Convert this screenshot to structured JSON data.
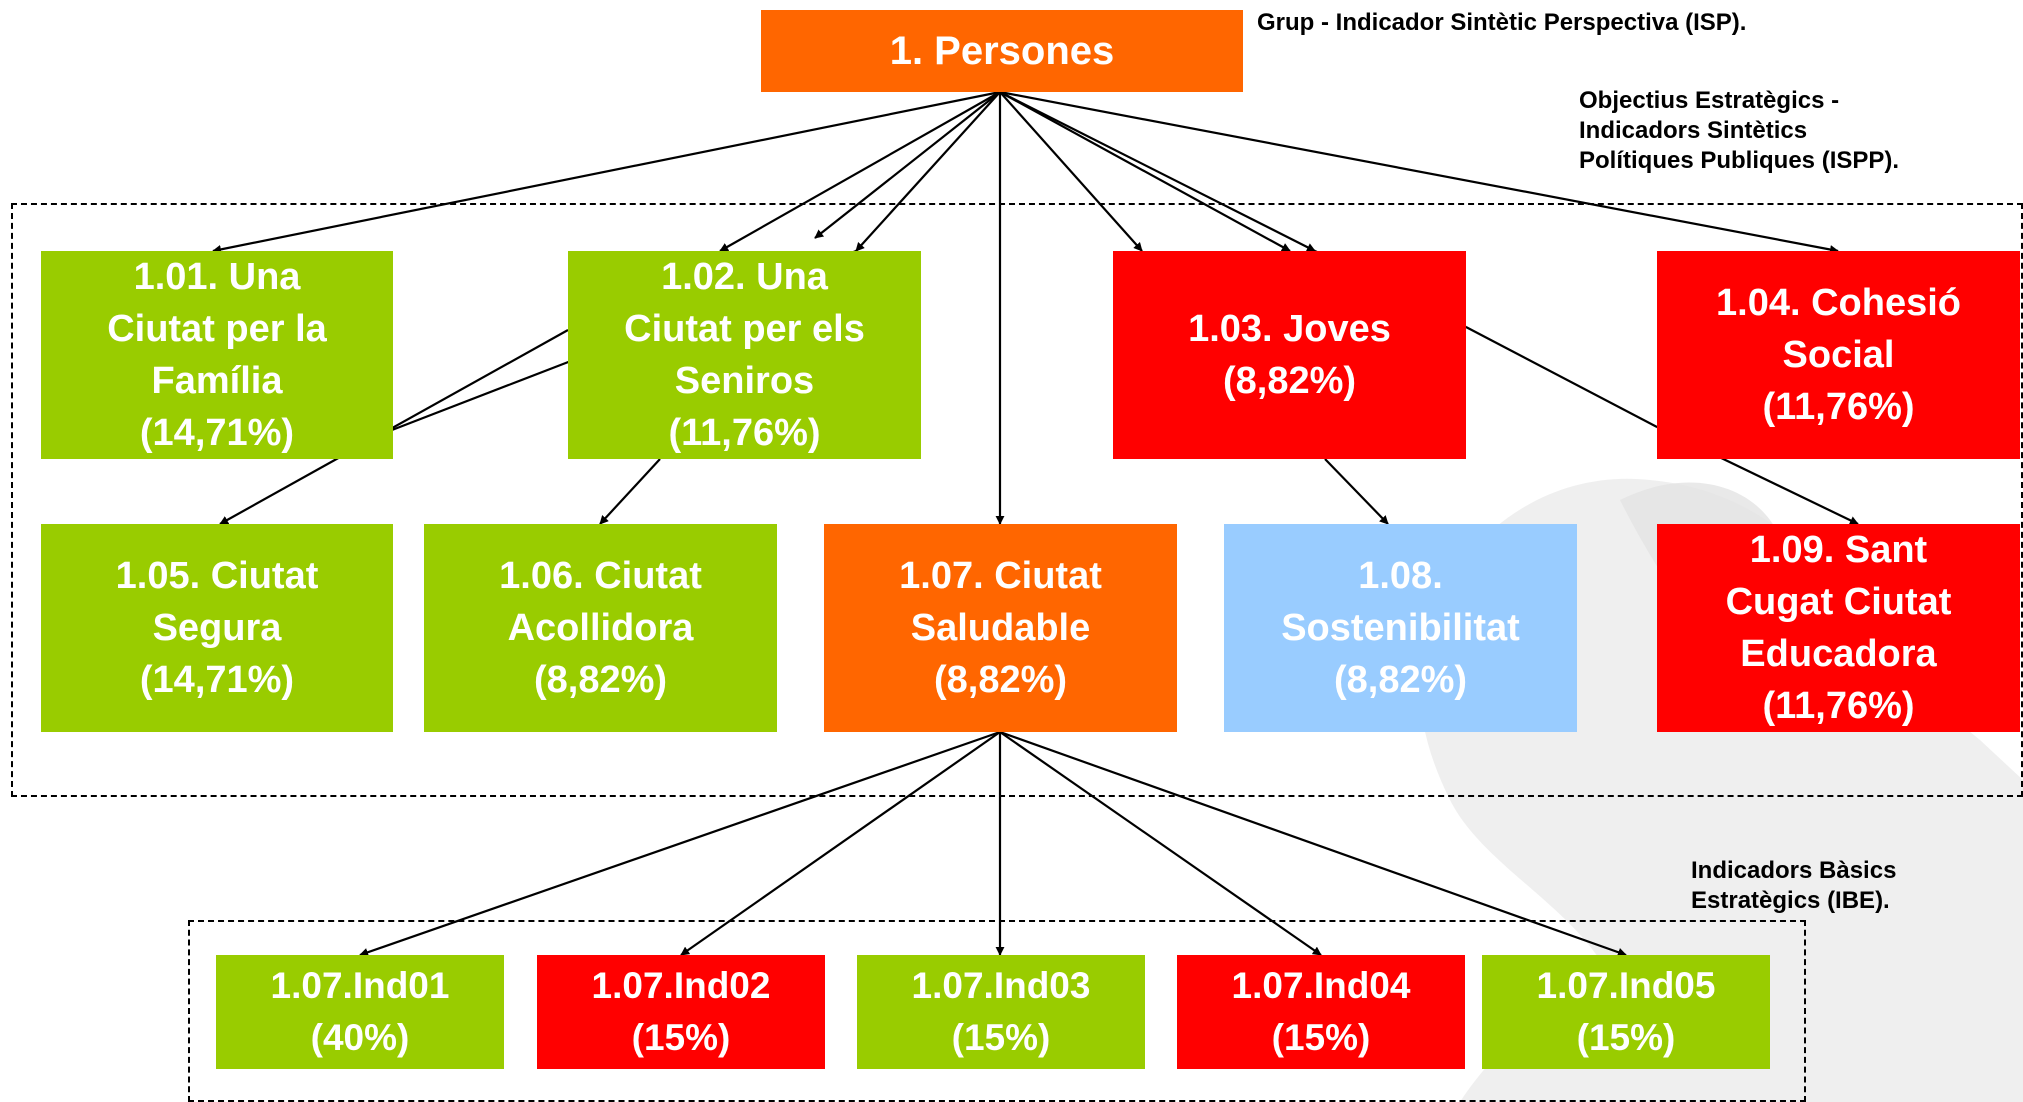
{
  "colors": {
    "green": "#99cc00",
    "red": "#ff0000",
    "orange": "#ff6600",
    "light_blue": "#99ccff"
  },
  "root": {
    "label": "1. Persones",
    "color": "orange"
  },
  "annotations": {
    "isp": [
      "Grup - Indicador Sintètic Perspectiva (ISP)."
    ],
    "ispp": [
      "Objectius Estratègics -",
      "Indicadors Sintètics",
      "Polítiques Publiques (ISPP)."
    ],
    "ibe": [
      "Indicadors Bàsics",
      "Estratègics (IBE)."
    ]
  },
  "objectives": [
    {
      "id": "1.01",
      "lines": [
        "1.01. Una",
        "Ciutat per la",
        "Família",
        "(14,71%)"
      ],
      "color": "green"
    },
    {
      "id": "1.02",
      "lines": [
        "1.02. Una",
        "Ciutat per els",
        "Seniros",
        "(11,76%)"
      ],
      "color": "green"
    },
    {
      "id": "1.03",
      "lines": [
        "1.03. Joves",
        "(8,82%)"
      ],
      "color": "red"
    },
    {
      "id": "1.04",
      "lines": [
        "1.04. Cohesió",
        "Social",
        "(11,76%)"
      ],
      "color": "red"
    },
    {
      "id": "1.05",
      "lines": [
        "1.05. Ciutat",
        "Segura",
        "(14,71%)"
      ],
      "color": "green"
    },
    {
      "id": "1.06",
      "lines": [
        "1.06. Ciutat",
        "Acollidora",
        "(8,82%)"
      ],
      "color": "green"
    },
    {
      "id": "1.07",
      "lines": [
        "1.07. Ciutat",
        "Saludable",
        "(8,82%)"
      ],
      "color": "orange"
    },
    {
      "id": "1.08",
      "lines": [
        "1.08.",
        "Sostenibilitat",
        "(8,82%)"
      ],
      "color": "light_blue"
    },
    {
      "id": "1.09",
      "lines": [
        "1.09. Sant",
        "Cugat Ciutat",
        "Educadora",
        "(11,76%)"
      ],
      "color": "red"
    }
  ],
  "indicators": [
    {
      "id": "ind01",
      "lines": [
        "1.07.Ind01",
        "(40%)"
      ],
      "color": "green"
    },
    {
      "id": "ind02",
      "lines": [
        "1.07.Ind02",
        "(15%)"
      ],
      "color": "red"
    },
    {
      "id": "ind03",
      "lines": [
        "1.07.Ind03",
        "(15%)"
      ],
      "color": "green"
    },
    {
      "id": "ind04",
      "lines": [
        "1.07.Ind04",
        "(15%)"
      ],
      "color": "red"
    },
    {
      "id": "ind05",
      "lines": [
        "1.07.Ind05",
        "(15%)"
      ],
      "color": "green"
    }
  ]
}
